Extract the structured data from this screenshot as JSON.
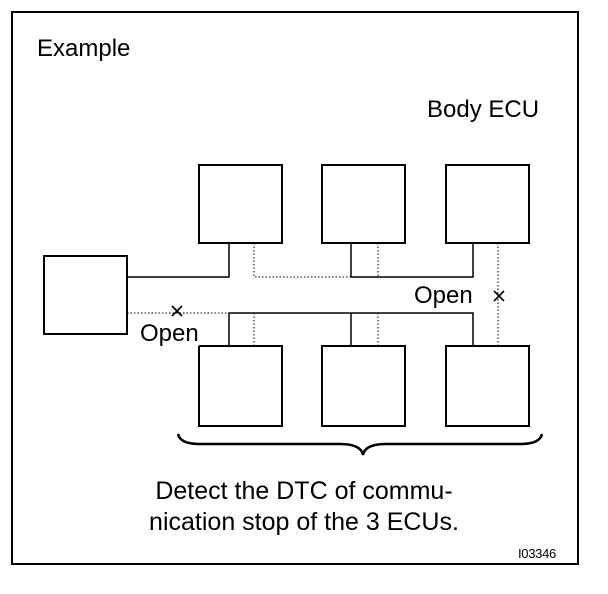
{
  "labels": {
    "example": "Example",
    "body_ecu": "Body ECU",
    "open_left": "Open",
    "open_right": "Open"
  },
  "caption": {
    "line1": "Detect the DTC of commu-",
    "line2": "nication stop of the 3 ECUs."
  },
  "figure_code": "I03346"
}
